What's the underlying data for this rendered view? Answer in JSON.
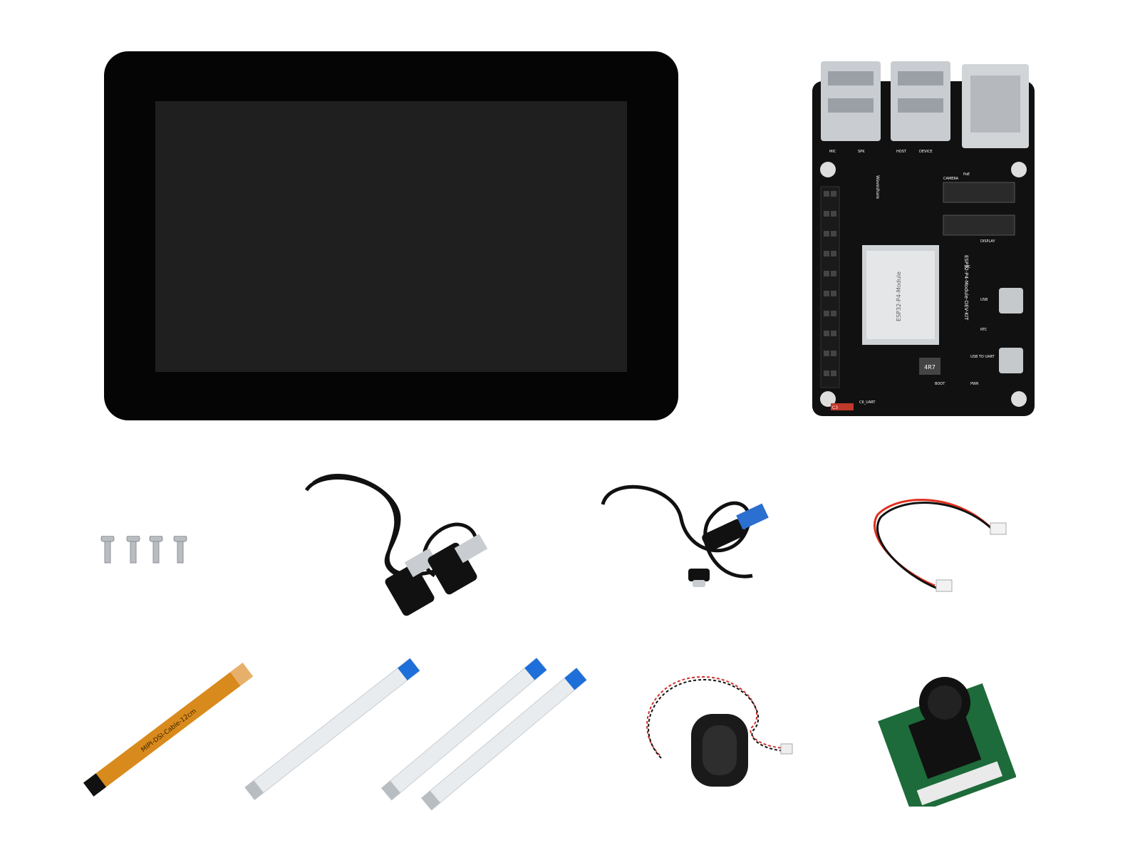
{
  "board": {
    "brand": "Waveshare",
    "model": "ESP32-P4-Module-DEV-KIT",
    "module_name": "ESP32-P4-Module",
    "inductor": "4R7",
    "labels": {
      "mic": "MIC",
      "spk": "SPK",
      "host": "HOST",
      "device": "DEVICE",
      "poe": "PoE",
      "camera": "CAMERA",
      "display": "DISPLAY",
      "i2c": "I2C",
      "usb": "USB",
      "rtc": "RTC",
      "usb_to_uart": "USB TO UART",
      "pwr": "PWR",
      "boot": "BOOT",
      "c6_uart": "C6_UART",
      "c3": "C3"
    }
  },
  "cables": {
    "mipi_label": "MIPI-DSI-Cable-12cm"
  },
  "colors": {
    "lcd_bezel": "#050505",
    "lcd_screen": "#1f1f1f",
    "pcb": "#111111",
    "fpc_orange": "#d98a1c",
    "ffc_white": "#e9ecef",
    "ffc_blue": "#1e6fd9",
    "camera_pcb": "#1d6b3a"
  }
}
